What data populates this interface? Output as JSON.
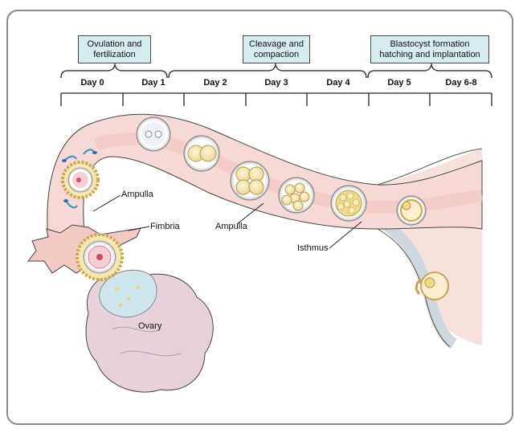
{
  "phases": [
    {
      "line1": "Ovulation and",
      "line2": "fertilization"
    },
    {
      "line1": "Cleavage and",
      "line2": "compaction"
    },
    {
      "line1": "Blastocyst formation",
      "line2": "hatching and implantation"
    }
  ],
  "days": [
    "Day 0",
    "Day 1",
    "Day 2",
    "Day 3",
    "Day 4",
    "Day 5",
    "Day 6-8"
  ],
  "labels": {
    "ampulla_left": "Ampulla",
    "fimbria": "Fimbria",
    "ampulla_tube": "Ampulla",
    "isthmus": "Isthmus",
    "ovary": "Ovary"
  },
  "colors": {
    "phase_box": "#d6ecef",
    "tube": "#f7d9d6",
    "lumen": "#fbe9e7",
    "cell": "#f6e7b4",
    "ovary": "#e7d2dc"
  }
}
